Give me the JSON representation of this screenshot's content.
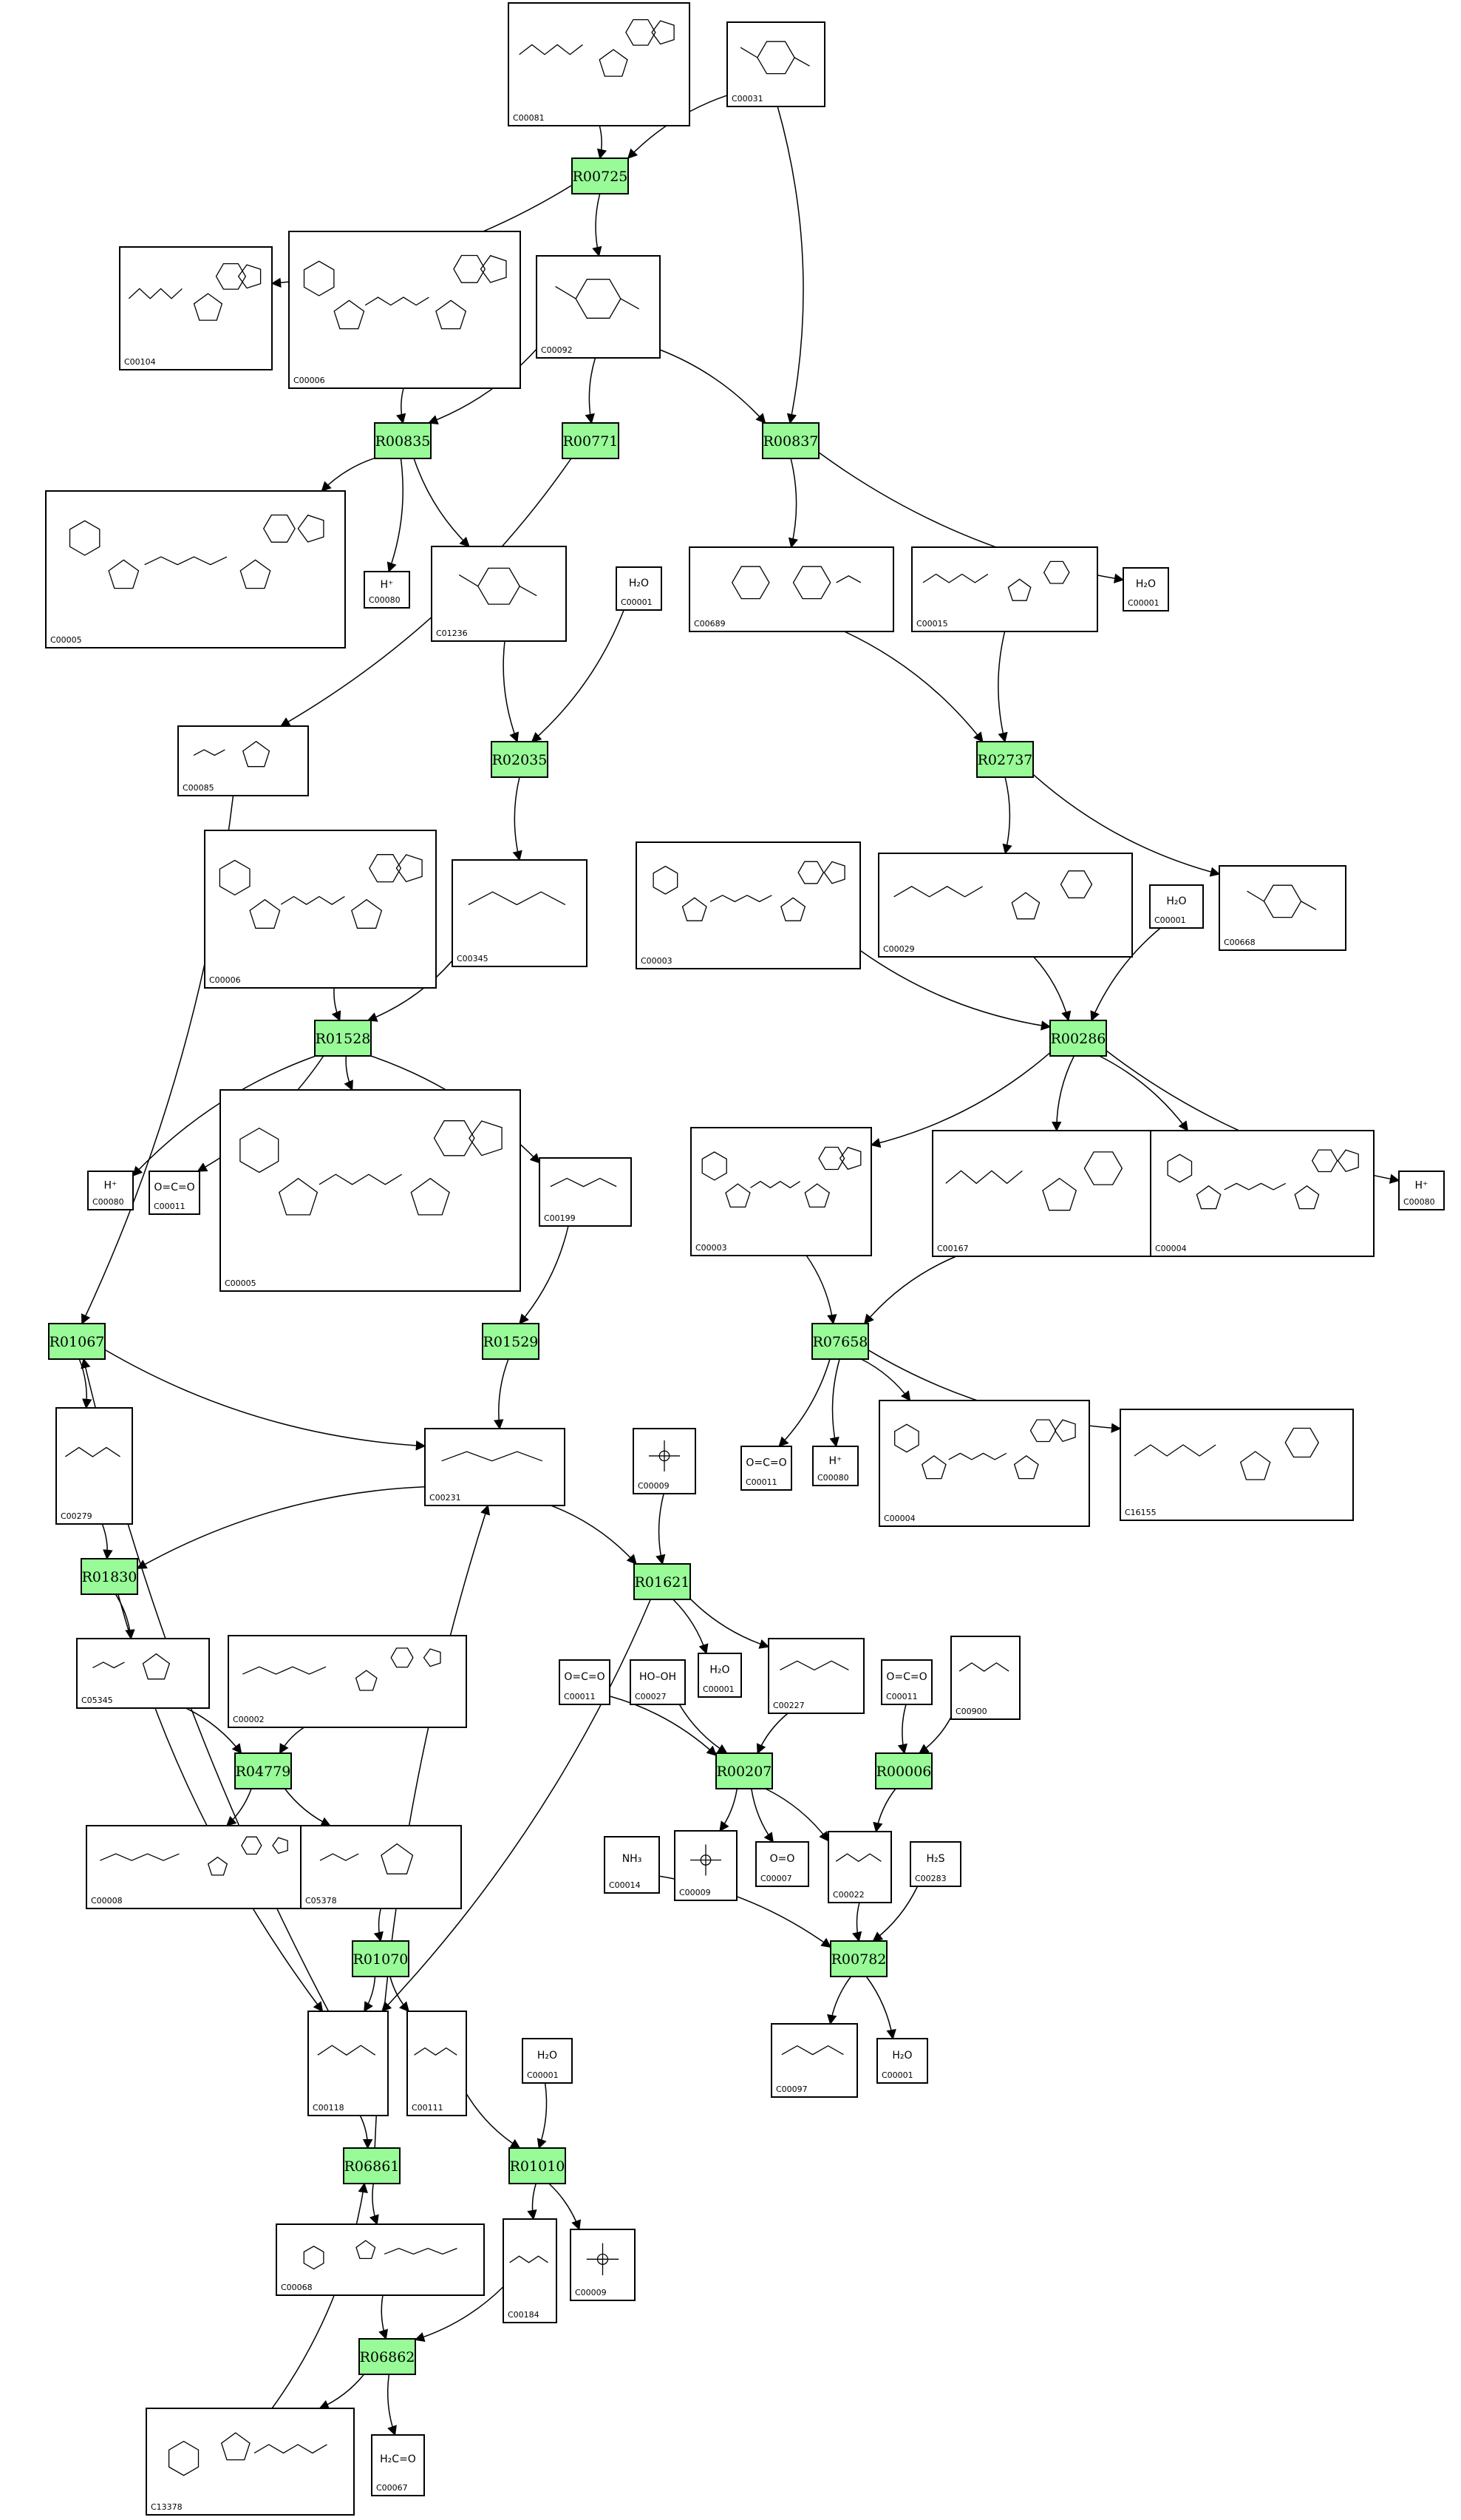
{
  "colors": {
    "reaction_fill": "#98fb98",
    "box_stroke": "#000000",
    "edge": "#000000",
    "background": "#ffffff"
  },
  "reactions": {
    "R00725": "R00725",
    "R00835": "R00835",
    "R00771": "R00771",
    "R00837": "R00837",
    "R02035": "R02035",
    "R02737": "R02737",
    "R01528": "R01528",
    "R00286": "R00286",
    "R01067": "R01067",
    "R01529": "R01529",
    "R07658": "R07658",
    "R01830": "R01830",
    "R01621": "R01621",
    "R00207": "R00207",
    "R00006": "R00006",
    "R04779": "R04779",
    "R00782": "R00782",
    "R01070": "R01070",
    "R06861": "R06861",
    "R01010": "R01010",
    "R06862": "R06862"
  },
  "compounds": {
    "n1": {
      "id": "C00081",
      "struct": "purine-nucleotide"
    },
    "n2": {
      "id": "C00031",
      "struct": "sugar-ring"
    },
    "n3": {
      "id": "C00104",
      "struct": "purine-nucleotide"
    },
    "n4": {
      "id": "C00006",
      "struct": "dinucleotide"
    },
    "n5": {
      "id": "C00092",
      "struct": "sugar-ring"
    },
    "n6": {
      "id": "C00005",
      "struct": "dinucleotide"
    },
    "n7": {
      "id": "C00080",
      "struct": "text",
      "text": "H⁺"
    },
    "n8": {
      "id": "C01236",
      "struct": "sugar-ring"
    },
    "n9": {
      "id": "C00001",
      "struct": "text",
      "text": "H₂O"
    },
    "n10": {
      "id": "C00689",
      "struct": "disaccharide"
    },
    "n11": {
      "id": "C00015",
      "struct": "pyrimidine-nucleotide"
    },
    "n12": {
      "id": "C00001",
      "struct": "text",
      "text": "H₂O"
    },
    "n13": {
      "id": "C00085",
      "struct": "furanose"
    },
    "n14": {
      "id": "C00006",
      "struct": "dinucleotide"
    },
    "n15": {
      "id": "C00345",
      "struct": "chain"
    },
    "n16": {
      "id": "C00003",
      "struct": "dinucleotide"
    },
    "n17": {
      "id": "C00029",
      "struct": "pyrimidine-nucleotide"
    },
    "n18": {
      "id": "C00001",
      "struct": "text",
      "text": "H₂O"
    },
    "n19": {
      "id": "C00668",
      "struct": "sugar-ring"
    },
    "n20": {
      "id": "C00080",
      "struct": "text",
      "text": "H⁺"
    },
    "n21": {
      "id": "C00011",
      "struct": "text",
      "text": "O=C=O"
    },
    "n22": {
      "id": "C00005",
      "struct": "dinucleotide"
    },
    "n23": {
      "id": "C00199",
      "struct": "chain"
    },
    "n24": {
      "id": "C00003",
      "struct": "dinucleotide"
    },
    "n25": {
      "id": "C00167",
      "struct": "pyrimidine-nucleotide"
    },
    "n26": {
      "id": "C00004",
      "struct": "dinucleotide"
    },
    "n27": {
      "id": "C00080",
      "struct": "text",
      "text": "H⁺"
    },
    "n28": {
      "id": "C00279",
      "struct": "chain"
    },
    "n29": {
      "id": "C00231",
      "struct": "chain"
    },
    "n30": {
      "id": "C00009",
      "struct": "phosphate"
    },
    "n31": {
      "id": "C00011",
      "struct": "text",
      "text": "O=C=O"
    },
    "n32": {
      "id": "C00080",
      "struct": "text",
      "text": "H⁺"
    },
    "n33": {
      "id": "C00004",
      "struct": "dinucleotide"
    },
    "n34": {
      "id": "C16155",
      "struct": "pyrimidine-nucleotide"
    },
    "n35": {
      "id": "C05345",
      "struct": "furanose"
    },
    "n36": {
      "id": "C00002",
      "struct": "purine-nucleotide"
    },
    "n37": {
      "id": "C00001",
      "struct": "text",
      "text": "H₂O"
    },
    "n38": {
      "id": "C00227",
      "struct": "chain"
    },
    "n39": {
      "id": "C00011",
      "struct": "text",
      "text": "O=C=O"
    },
    "n40": {
      "id": "C00027",
      "struct": "text",
      "text": "HO–OH"
    },
    "n41": {
      "id": "C00011",
      "struct": "text",
      "text": "O=C=O"
    },
    "n42": {
      "id": "C00900",
      "struct": "chain"
    },
    "n43": {
      "id": "C00008",
      "struct": "purine-nucleotide"
    },
    "n44": {
      "id": "C05378",
      "struct": "furanose"
    },
    "n45": {
      "id": "C00014",
      "struct": "text",
      "text": "NH₃"
    },
    "n46": {
      "id": "C00009",
      "struct": "phosphate"
    },
    "n47": {
      "id": "C00007",
      "struct": "text",
      "text": "O=O"
    },
    "n48": {
      "id": "C00022",
      "struct": "chain"
    },
    "n49": {
      "id": "C00283",
      "struct": "text",
      "text": "H₂S"
    },
    "n50": {
      "id": "C00118",
      "struct": "chain"
    },
    "n51": {
      "id": "C00111",
      "struct": "chain"
    },
    "n52": {
      "id": "C00001",
      "struct": "text",
      "text": "H₂O"
    },
    "n53": {
      "id": "C00097",
      "struct": "chain"
    },
    "n54": {
      "id": "C00001",
      "struct": "text",
      "text": "H₂O"
    },
    "n55": {
      "id": "C00068",
      "struct": "thiamine"
    },
    "n56": {
      "id": "C00184",
      "struct": "chain"
    },
    "n57": {
      "id": "C00009",
      "struct": "phosphate"
    },
    "n58": {
      "id": "C00067",
      "struct": "text",
      "text": "H₂C=O"
    },
    "n59": {
      "id": "C13378",
      "struct": "thiamine"
    }
  }
}
